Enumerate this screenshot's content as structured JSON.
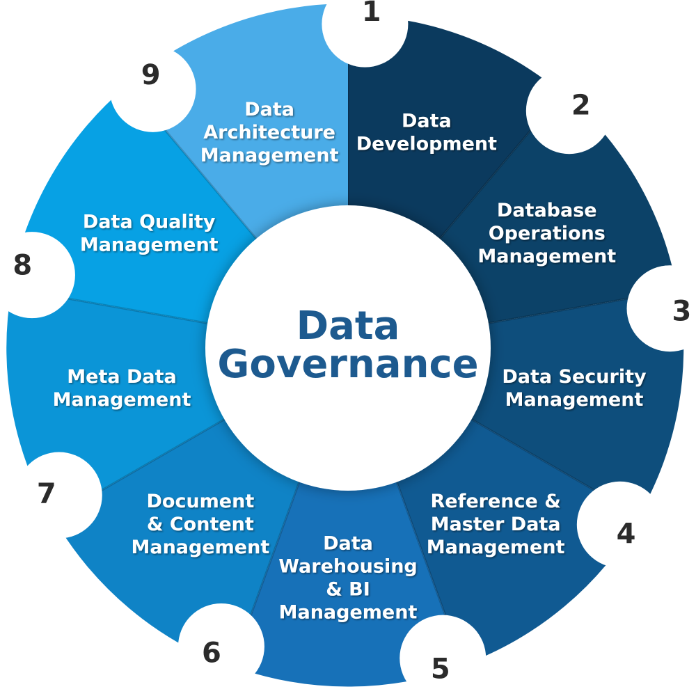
{
  "center": {
    "title_line1": "Data",
    "title_line2": "Governance",
    "color": "#1d5a8f"
  },
  "segments": [
    {
      "number": "1",
      "lines": [
        "Data",
        "Development"
      ],
      "color": "#0b3a5e"
    },
    {
      "number": "2",
      "lines": [
        "Database",
        "Operations",
        "Management"
      ],
      "color": "#0c4268"
    },
    {
      "number": "3",
      "lines": [
        "Data Security",
        "Management"
      ],
      "color": "#0e4e7c"
    },
    {
      "number": "4",
      "lines": [
        "Reference &",
        "Master Data",
        "Management"
      ],
      "color": "#105a92"
    },
    {
      "number": "5",
      "lines": [
        "Data",
        "Warehousing",
        "& BI",
        "Management"
      ],
      "color": "#1771b8"
    },
    {
      "number": "6",
      "lines": [
        "Document",
        "& Content",
        "Management"
      ],
      "color": "#0f83c6"
    },
    {
      "number": "7",
      "lines": [
        "Meta Data",
        "Management"
      ],
      "color": "#0b95d7"
    },
    {
      "number": "8",
      "lines": [
        "Data Quality",
        "Management"
      ],
      "color": "#07a1e4"
    },
    {
      "number": "9",
      "lines": [
        "Data",
        "Architecture",
        "Management"
      ],
      "color": "#4aace8"
    }
  ]
}
